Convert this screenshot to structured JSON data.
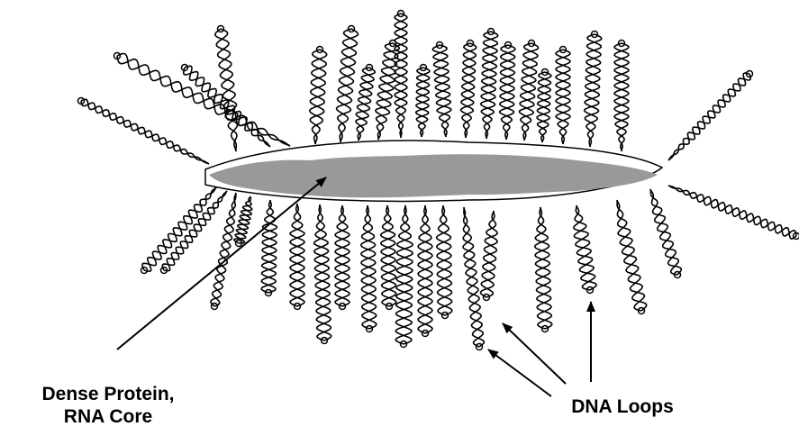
{
  "labels": {
    "core_line1": "Dense Protein,",
    "core_line2": "RNA Core",
    "loops": "DNA Loops"
  },
  "colors": {
    "core_fill": "#999999",
    "line": "#000000",
    "background": "#ffffff"
  }
}
